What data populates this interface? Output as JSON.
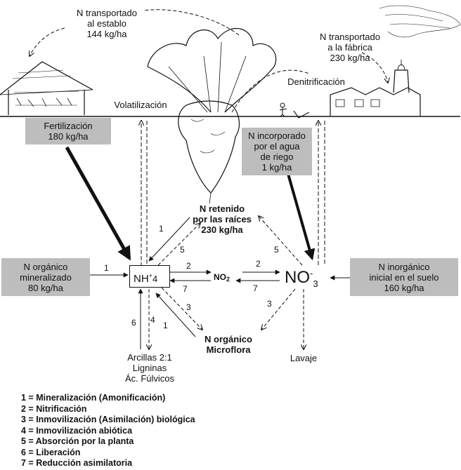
{
  "top": {
    "n_establo": "N transportado\nal establo\n144 kg/ha",
    "n_fabrica": "N transportado\na la fábrica\n230 kg/ha",
    "volatilizacion": "Volatilización",
    "desnitrificacion": "Denitrificación"
  },
  "boxes": {
    "fertilizacion": "Fertilización\n180 kg/ha",
    "riego": "N incorporado\npor el agua\nde riego\n1 kg/ha",
    "organico_mineralizado": "N orgánico\nmineralizado\n80 kg/ha",
    "inorganico_inicial": "N inorgánico\ninicial en el suelo\n160 kg/ha"
  },
  "center": {
    "retenido": "N retenido\npor las raíces\n230 kg/ha",
    "nh4_main": "NH",
    "nh4_sup": "+",
    "nh4_sub": "4",
    "no2_main": "NO",
    "no2_sub": "2",
    "no3_main": "NO",
    "no3_sup": "-",
    "no3_sub": "3",
    "organico_microflora": "N orgánico\nMicroflora",
    "arcillas": "Arcillas 2:1\nLigninas\nÁc. Fúlvicos",
    "lavaje": "Lavaje"
  },
  "arrow_numbers": {
    "n1_left": "1",
    "n1_up": "1",
    "n5_nh4": "5",
    "n2_left": "2",
    "n7_left": "7",
    "n3_nh4": "3",
    "n1_org": "1",
    "n4": "4",
    "n6": "6",
    "n5_no3": "5",
    "n2_right": "2",
    "n7_right": "7",
    "n3_no3": "3"
  },
  "legend": [
    "1 = Mineralización (Amonificación)",
    "2 = Nitrificación",
    "3 = Inmovilización (Asimilación) biológica",
    "4 = Inmovilización abiótica",
    "5 = Absorción por la planta",
    "6 = Liberación",
    "7 = Reducción asimilatoria"
  ],
  "colors": {
    "box_fill": "#bdbdbd",
    "ink": "#111111"
  }
}
